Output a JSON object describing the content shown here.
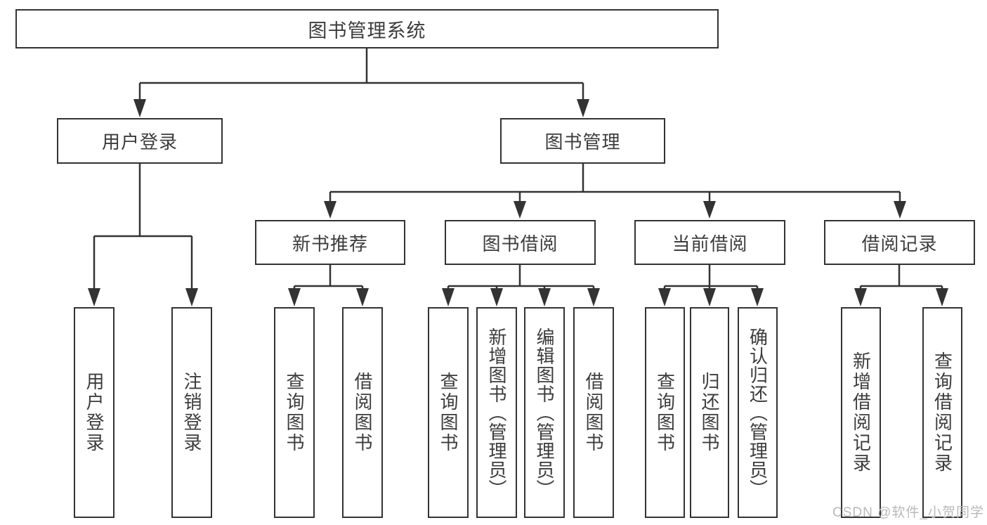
{
  "title": "图书管理系统",
  "watermark": "CSDN @软件_小贺同学",
  "colors": {
    "line": "#333333",
    "border": "#333333",
    "text": "#3c3c3c",
    "watermark": "#b9b9b9",
    "background": "#ffffff"
  },
  "tree": {
    "label": "图书管理系统",
    "children": [
      {
        "label": "用户登录",
        "children": [
          {
            "label": "用户登录"
          },
          {
            "label": "注销登录"
          }
        ]
      },
      {
        "label": "图书管理",
        "children": [
          {
            "label": "新书推荐",
            "children": [
              {
                "label": "查询图书"
              },
              {
                "label": "借阅图书"
              }
            ]
          },
          {
            "label": "图书借阅",
            "children": [
              {
                "label": "查询图书"
              },
              {
                "label": "新增图书（管理员）"
              },
              {
                "label": "编辑图书（管理员）"
              },
              {
                "label": "借阅图书"
              }
            ]
          },
          {
            "label": "当前借阅",
            "children": [
              {
                "label": "查询图书"
              },
              {
                "label": "归还图书"
              },
              {
                "label": "确认归还（管理员）"
              }
            ]
          },
          {
            "label": "借阅记录",
            "children": [
              {
                "label": "新增借阅记录"
              },
              {
                "label": "查询借阅记录"
              }
            ]
          }
        ]
      }
    ]
  }
}
